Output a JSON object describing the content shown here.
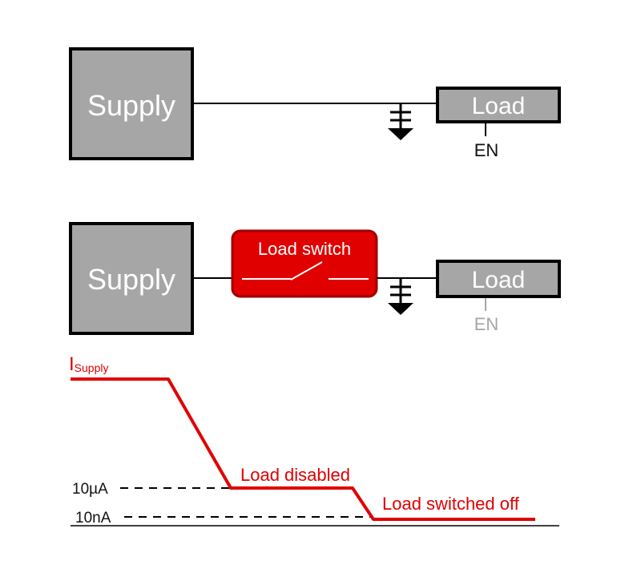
{
  "top_circuit": {
    "supply_label": "Supply",
    "load_label": "Load",
    "enable_label": "EN"
  },
  "bottom_circuit": {
    "supply_label": "Supply",
    "switch_label": "Load switch",
    "load_label": "Load",
    "enable_label": "EN"
  },
  "current_plot": {
    "axis_label_main": "I",
    "axis_label_sub": "Supply",
    "levels": [
      {
        "label": "10µA"
      },
      {
        "label": "10nA"
      }
    ],
    "annotations": {
      "disabled": "Load disabled",
      "switched_off": "Load switched off"
    }
  },
  "colors": {
    "box_fill": "#a6a6a6",
    "switch_red": "#e00000",
    "switch_border": "#a00000",
    "trace_red": "#e00000",
    "disabled_en": "#a6a6a6"
  }
}
